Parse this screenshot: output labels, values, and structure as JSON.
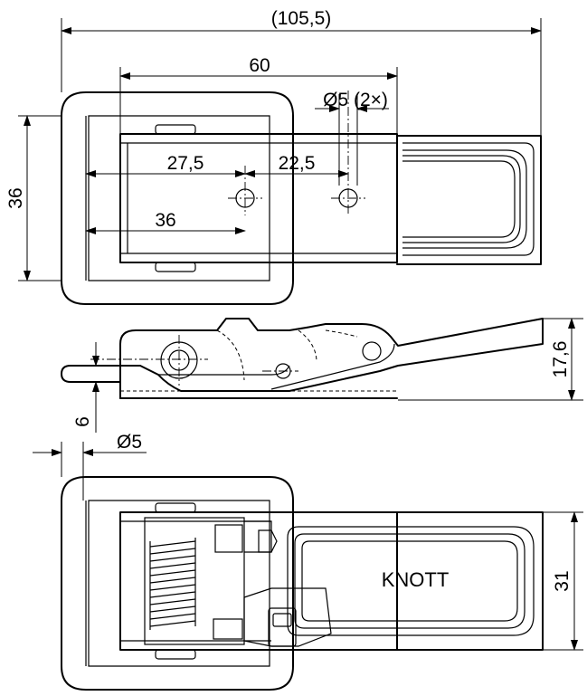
{
  "dimensions": {
    "overall_length": "(105,5)",
    "plate_length": "60",
    "hole_dia": "Ø5 (2×)",
    "hole_1_pos": "27,5",
    "hole_spacing": "22,5",
    "ref_36_h": "36",
    "ref_36_v": "36",
    "side_height": "17,6",
    "offset_6": "6",
    "pin_dia": "Ø5",
    "width_31": "31"
  },
  "brand_label": "KNOTT"
}
